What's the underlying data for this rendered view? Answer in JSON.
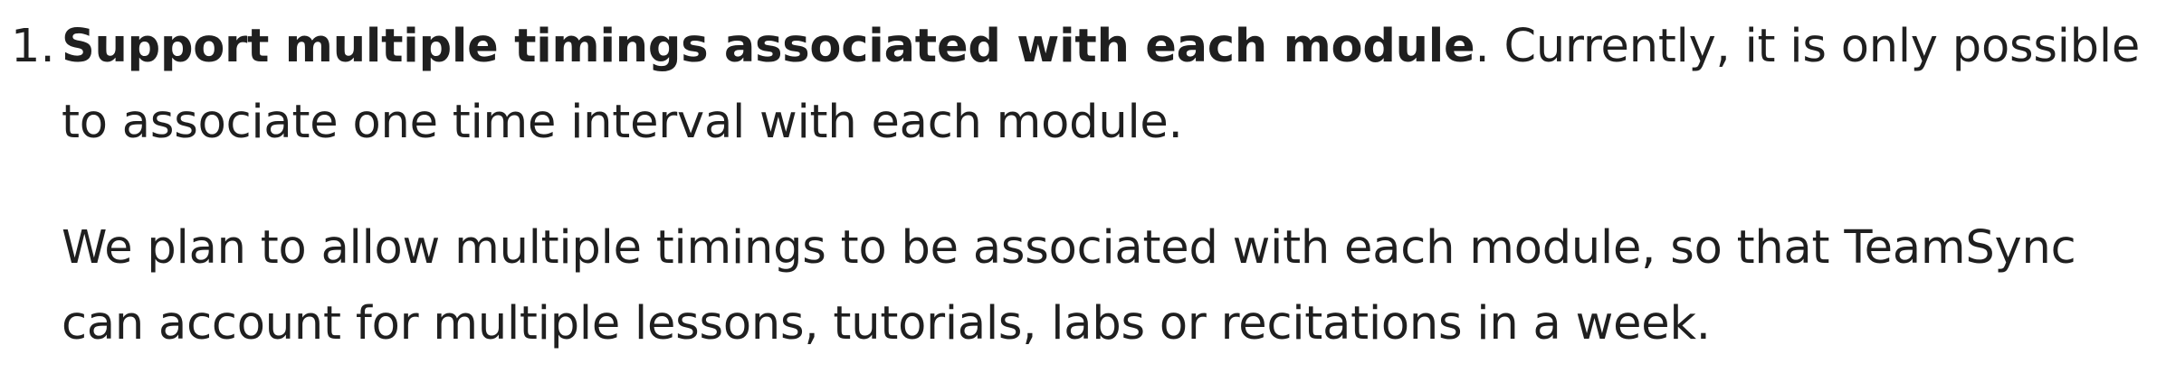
{
  "item": {
    "number": "1.",
    "heading": "Support multiple timings associated with each module",
    "heading_trail": ". Currently, it is only possible to associate one time interval with each module.",
    "paragraph": "We plan to allow multiple timings to be associated with each module, so that TeamSync can account for multiple lessons, tutorials, labs or recitations in a week."
  }
}
